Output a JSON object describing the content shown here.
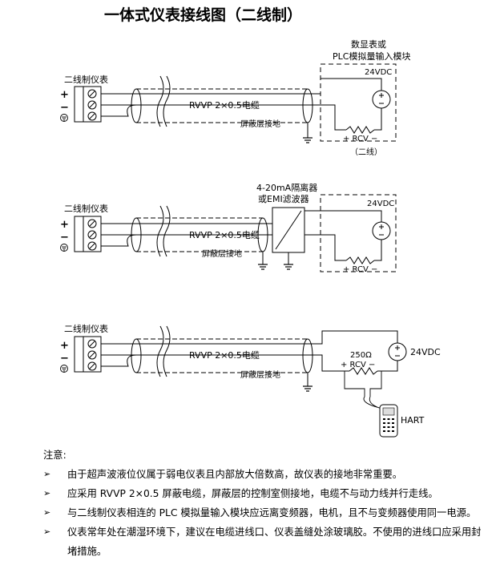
{
  "title": "一体式仪表接线图（二线制）",
  "diagram1": {
    "device_label": "二线制仪表",
    "cable_label": "RVVP 2×0.5电缆",
    "shield_label": "屏蔽层接地",
    "module_label_line1": "数显表或",
    "module_label_line2": "PLC模拟量输入模块",
    "supply": "24VDC",
    "rcv_label": "+ RCV −",
    "two_wire_note": "（二线）"
  },
  "diagram2": {
    "device_label": "二线制仪表",
    "cable_label": "RVVP 2×0.5电缆",
    "shield_label": "屏蔽层接地",
    "isolator_line1": "4-20mA隔离器",
    "isolator_line2": "或EMI滤波器",
    "supply": "24VDC",
    "rcv_label": "+ RCV −"
  },
  "diagram3": {
    "device_label": "二线制仪表",
    "cable_label": "RVVP 2×0.5电缆",
    "shield_label": "屏蔽层接地",
    "resistor_value": "250Ω",
    "rcv_label": "+ RCV −",
    "supply": "24VDC",
    "hart_label": "HART"
  },
  "terminal_signs": {
    "plus": "+",
    "minus": "−"
  },
  "notes": {
    "heading": "注意:",
    "items": [
      "由于超声波液位仪属于弱电仪表且内部放大倍数高，故仪表的接地非常重要。",
      "应采用 RVVP 2×0.5 屏蔽电缆，屏蔽层的控制室侧接地，电缆不与动力线并行走线。",
      "与二线制仪表相连的 PLC 模拟量输入模块应远离变频器，电机，且不与变频器使用同一电源。",
      "仪表常年处在潮湿环境下，建议在电缆进线口、仪表盖缝处涂玻璃胶。不使用的进线口应采用封堵措施。"
    ]
  }
}
